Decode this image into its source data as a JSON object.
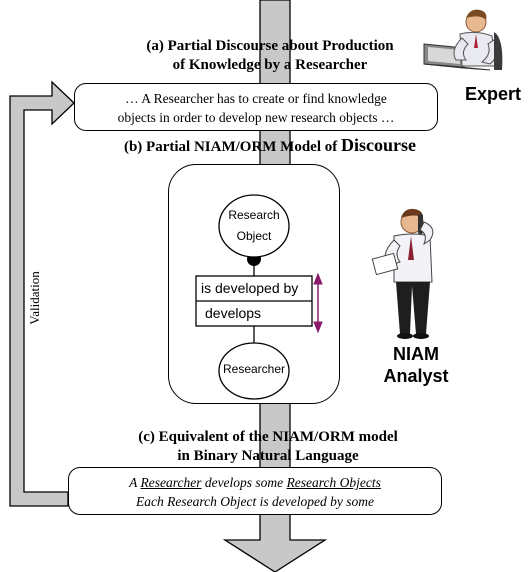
{
  "section_a": {
    "title_line1": "(a) Partial Discourse about Production",
    "title_line2": "of Knowledge by a Researcher",
    "text_line1": "… A Researcher has to create or find knowledge",
    "text_line2": "objects in order to develop new research objects …"
  },
  "expert": {
    "label": "Expert"
  },
  "section_b": {
    "title_prefix": "(b) Partial NIAM/ORM Model of",
    "title_emph": "Discourse"
  },
  "model": {
    "object_top_line1": "Research",
    "object_top_line2": "Object",
    "role_top": "is developed by",
    "role_bottom": "develops",
    "object_bottom": "Researcher"
  },
  "analyst": {
    "label_line1": "NIAM",
    "label_line2": "Analyst"
  },
  "validation": {
    "label": "Validation"
  },
  "section_c": {
    "title_line1": "(c) Equivalent of the NIAM/ORM model",
    "title_line2": "in Binary Natural Language",
    "sentence1_subject": "Researcher",
    "sentence1_middle": "develops some",
    "sentence1_object": "Research Objects",
    "sentence1_prefix": "A",
    "sentence2": "Each Research Object is developed by some"
  },
  "colors": {
    "arrow_fill": "#c8c8c8",
    "constraint_arrow": "#8b1a6b",
    "ink": "#000000"
  }
}
